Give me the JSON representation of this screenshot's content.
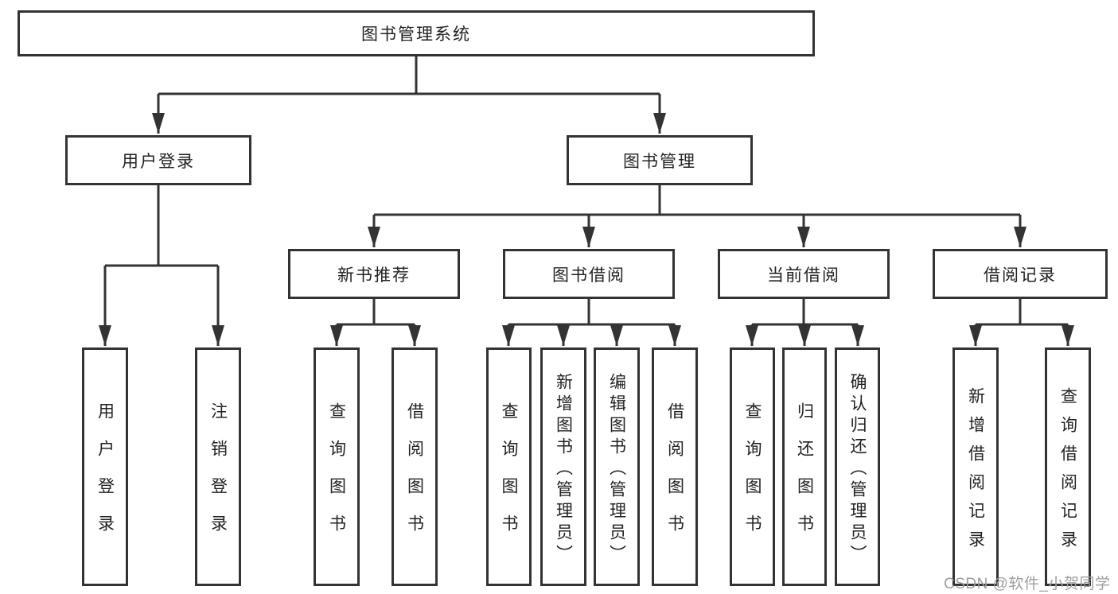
{
  "page": {
    "background": "#ffffff"
  },
  "style": {
    "line_color": "#333333",
    "box_border_color": "#333333",
    "box_fill": "#ffffff",
    "text_color": "#222222",
    "watermark_color": "#9e9e9e"
  },
  "watermark": {
    "text": "CSDN @软件_小贺同学"
  },
  "tree": {
    "label": "图书管理系统",
    "children": [
      {
        "label": "用户登录",
        "children": [
          {
            "label": "用户登录"
          },
          {
            "label": "注销登录"
          }
        ]
      },
      {
        "label": "图书管理",
        "children": [
          {
            "label": "新书推荐",
            "children": [
              {
                "label": "查询图书"
              },
              {
                "label": "借阅图书"
              }
            ]
          },
          {
            "label": "图书借阅",
            "children": [
              {
                "label": "查询图书"
              },
              {
                "label": "新增图书（管理员）"
              },
              {
                "label": "编辑图书（管理员）"
              },
              {
                "label": "借阅图书"
              }
            ]
          },
          {
            "label": "当前借阅",
            "children": [
              {
                "label": "查询图书"
              },
              {
                "label": "归还图书"
              },
              {
                "label": "确认归还（管理员）"
              }
            ]
          },
          {
            "label": "借阅记录",
            "children": [
              {
                "label": "新增借阅记录"
              },
              {
                "label": "查询借阅记录"
              }
            ]
          }
        ]
      }
    ]
  }
}
